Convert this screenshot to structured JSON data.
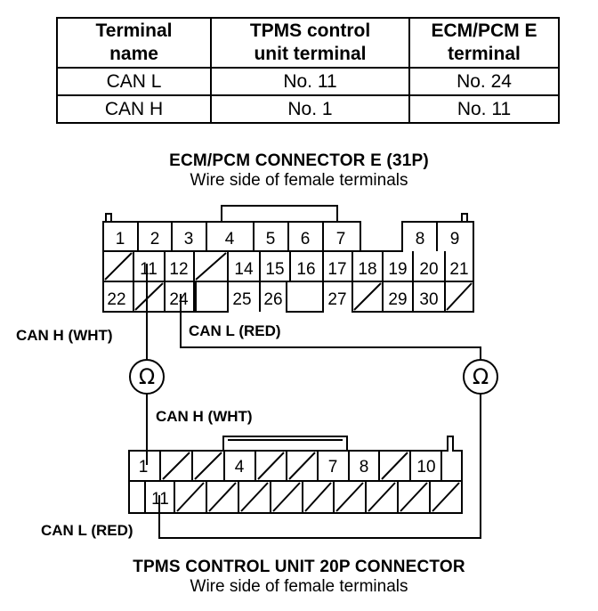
{
  "table": {
    "headers": [
      "Terminal name",
      "TPMS control unit terminal",
      "ECM/PCM E terminal"
    ],
    "header_lines": [
      [
        "Terminal",
        "name"
      ],
      [
        "TPMS control",
        "unit terminal"
      ],
      [
        "ECM/PCM E",
        "terminal"
      ]
    ],
    "rows": [
      [
        "CAN L",
        "No. 11",
        "No. 24"
      ],
      [
        "CAN H",
        "No. 1",
        "No. 11"
      ]
    ]
  },
  "ecm_connector": {
    "title": "ECM/PCM CONNECTOR E (31P)",
    "subtitle": "Wire side of female terminals",
    "row1": [
      "1",
      "2",
      "3",
      "4",
      "5",
      "6",
      "7",
      "8",
      "9"
    ],
    "row2": [
      "11",
      "12",
      "14",
      "15",
      "16",
      "17",
      "18",
      "19",
      "20",
      "21"
    ],
    "row3": [
      "22",
      "24",
      "25",
      "26",
      "27",
      "29",
      "30"
    ]
  },
  "tpms_connector": {
    "title": "TPMS CONTROL UNIT 20P CONNECTOR",
    "subtitle": "Wire side of female terminals",
    "row1": [
      "1",
      "4",
      "7",
      "8",
      "10"
    ],
    "row2": [
      "11"
    ]
  },
  "wires": {
    "can_h_ecm": "CAN H (WHT)",
    "can_l_ecm": "CAN L (RED)",
    "can_h_tpms": "CAN H (WHT)",
    "can_l_tpms": "CAN L (RED)"
  },
  "meter_symbol": "Ω"
}
